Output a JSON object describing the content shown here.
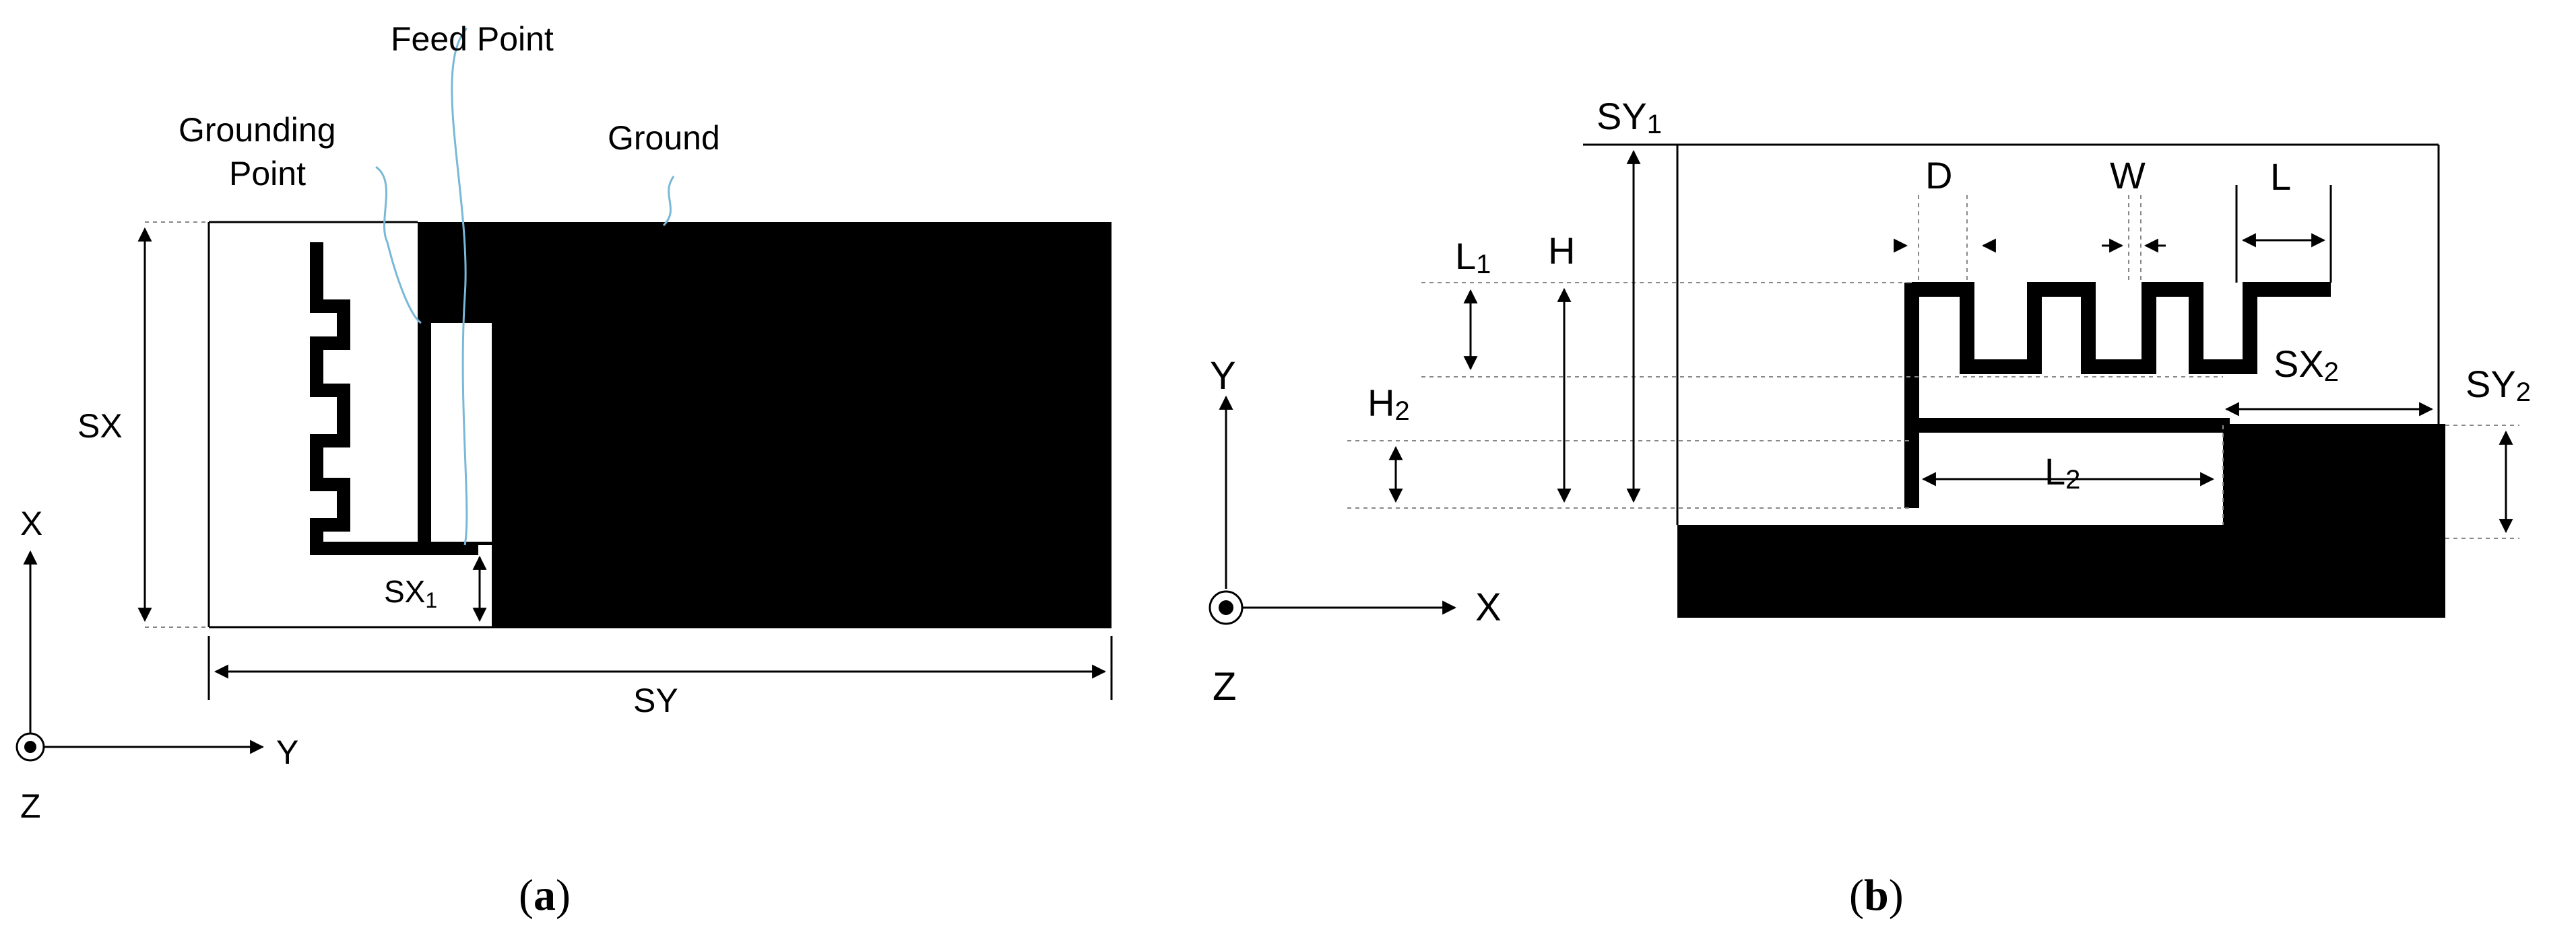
{
  "colors": {
    "fill": "#000000",
    "background": "#ffffff",
    "callout": "#7ab8d8"
  },
  "panel_a": {
    "label_feed_point": "Feed Point",
    "label_grounding_point_line1": "Grounding",
    "label_grounding_point_line2": "Point",
    "label_ground": "Ground",
    "label_sx": "SX",
    "label_sx1_main": "SX",
    "label_sx1_sub": "1",
    "label_sy": "SY",
    "axis_x": "X",
    "axis_y": "Y",
    "axis_z": "Z",
    "caption_open": "(",
    "caption_letter": "a",
    "caption_close": ")"
  },
  "panel_b": {
    "label_sy1_main": "SY",
    "label_sy1_sub": "1",
    "label_d": "D",
    "label_w": "W",
    "label_l": "L",
    "label_l1_main": "L",
    "label_l1_sub": "1",
    "label_h": "H",
    "label_h2_main": "H",
    "label_h2_sub": "2",
    "label_sx2_main": "SX",
    "label_sx2_sub": "2",
    "label_sy2_main": "SY",
    "label_sy2_sub": "2",
    "label_l2_main": "L",
    "label_l2_sub": "2",
    "axis_x": "X",
    "axis_y": "Y",
    "axis_z": "Z",
    "caption_open": "(",
    "caption_letter": "b",
    "caption_close": ")"
  }
}
